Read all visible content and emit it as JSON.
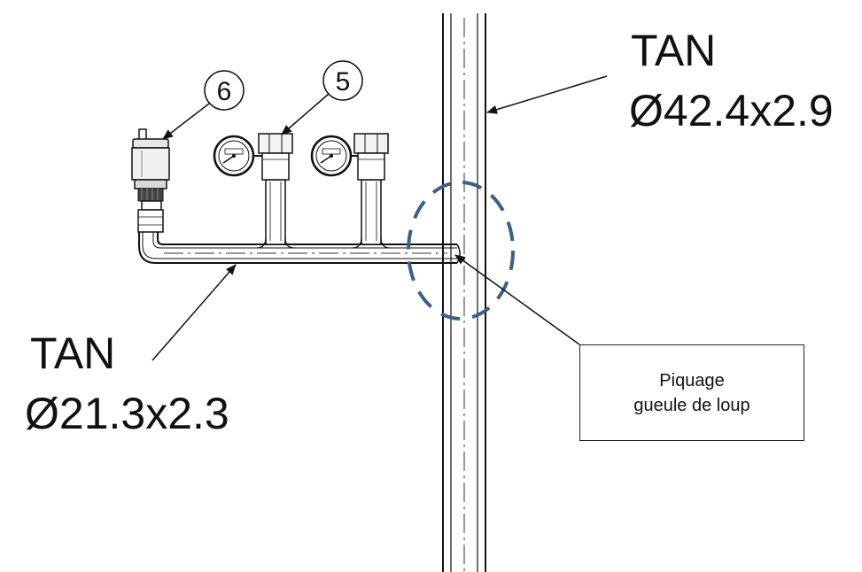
{
  "main_pipe": {
    "material": "TAN",
    "dimension": "Ø42.4x2.9"
  },
  "branch_pipe": {
    "material": "TAN",
    "dimension": "Ø21.3x2.3"
  },
  "note": {
    "line1": "Piquage",
    "line2": "gueule de loup"
  },
  "balloons": [
    {
      "number": "6"
    },
    {
      "number": "5"
    }
  ],
  "colors": {
    "line": "#111111",
    "highlight_ellipse": "#3f5f87",
    "pipe_fill": "#ffffff"
  }
}
